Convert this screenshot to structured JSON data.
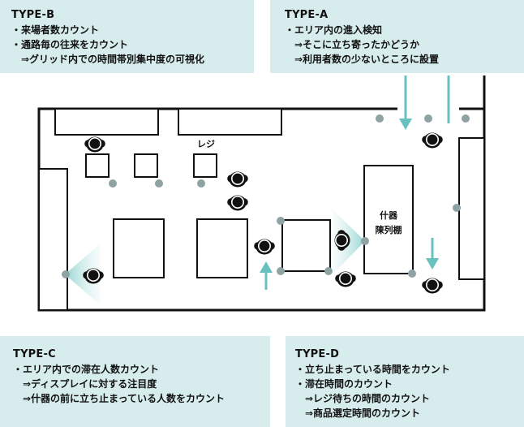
{
  "type_b": {
    "title": "TYPE-B",
    "lines": [
      "・来場者数カウント",
      "・通路毎の往来をカウント",
      "　⇒グリッド内での時間帯別集中度の可視化"
    ]
  },
  "type_a": {
    "title": "TYPE-A",
    "lines": [
      "・エリア内の進入検知",
      "　⇒そこに立ち寄ったかどうか",
      "　⇒利用者数の少ないところに設置"
    ]
  },
  "type_c": {
    "title": "TYPE-C",
    "lines": [
      "・エリア内での滞在人数カウント",
      "　⇒ディスプレイに対する注目度",
      "　⇒什器の前に立ち止まっている人数をカウント"
    ]
  },
  "type_d": {
    "title": "TYPE-D",
    "lines": [
      "・立ち止まっている時間をカウント",
      "・滞在時間のカウント",
      "　⇒レジ待ちの時間のカウント",
      "　⇒商品選定時間のカウント"
    ]
  },
  "floor": {
    "register_label": "レジ",
    "fixture_label_1": "什器",
    "fixture_label_2": "陳列棚"
  },
  "colors": {
    "panel": "#d7ecec",
    "sensor": "#8ea3a3",
    "arrow": "#67c1bf",
    "wall": "#111111"
  }
}
